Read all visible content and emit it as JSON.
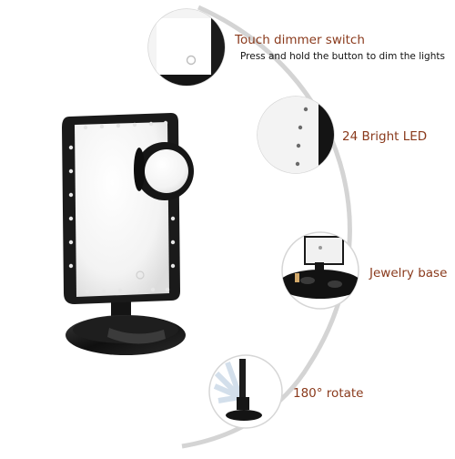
{
  "features": {
    "touch_dimmer": {
      "title": "Touch dimmer switch",
      "description": "Press and hold the button to dim the lights"
    },
    "bright_led": {
      "title": "24 Bright LED"
    },
    "jewelry_base": {
      "title": "Jewelry base"
    },
    "rotate": {
      "title": "180° rotate"
    }
  },
  "colors": {
    "label": "#8a3a1c",
    "mirror_frame": "#1a1a1a",
    "led": "#e6e6e6",
    "arc": "#d4d4d4"
  }
}
